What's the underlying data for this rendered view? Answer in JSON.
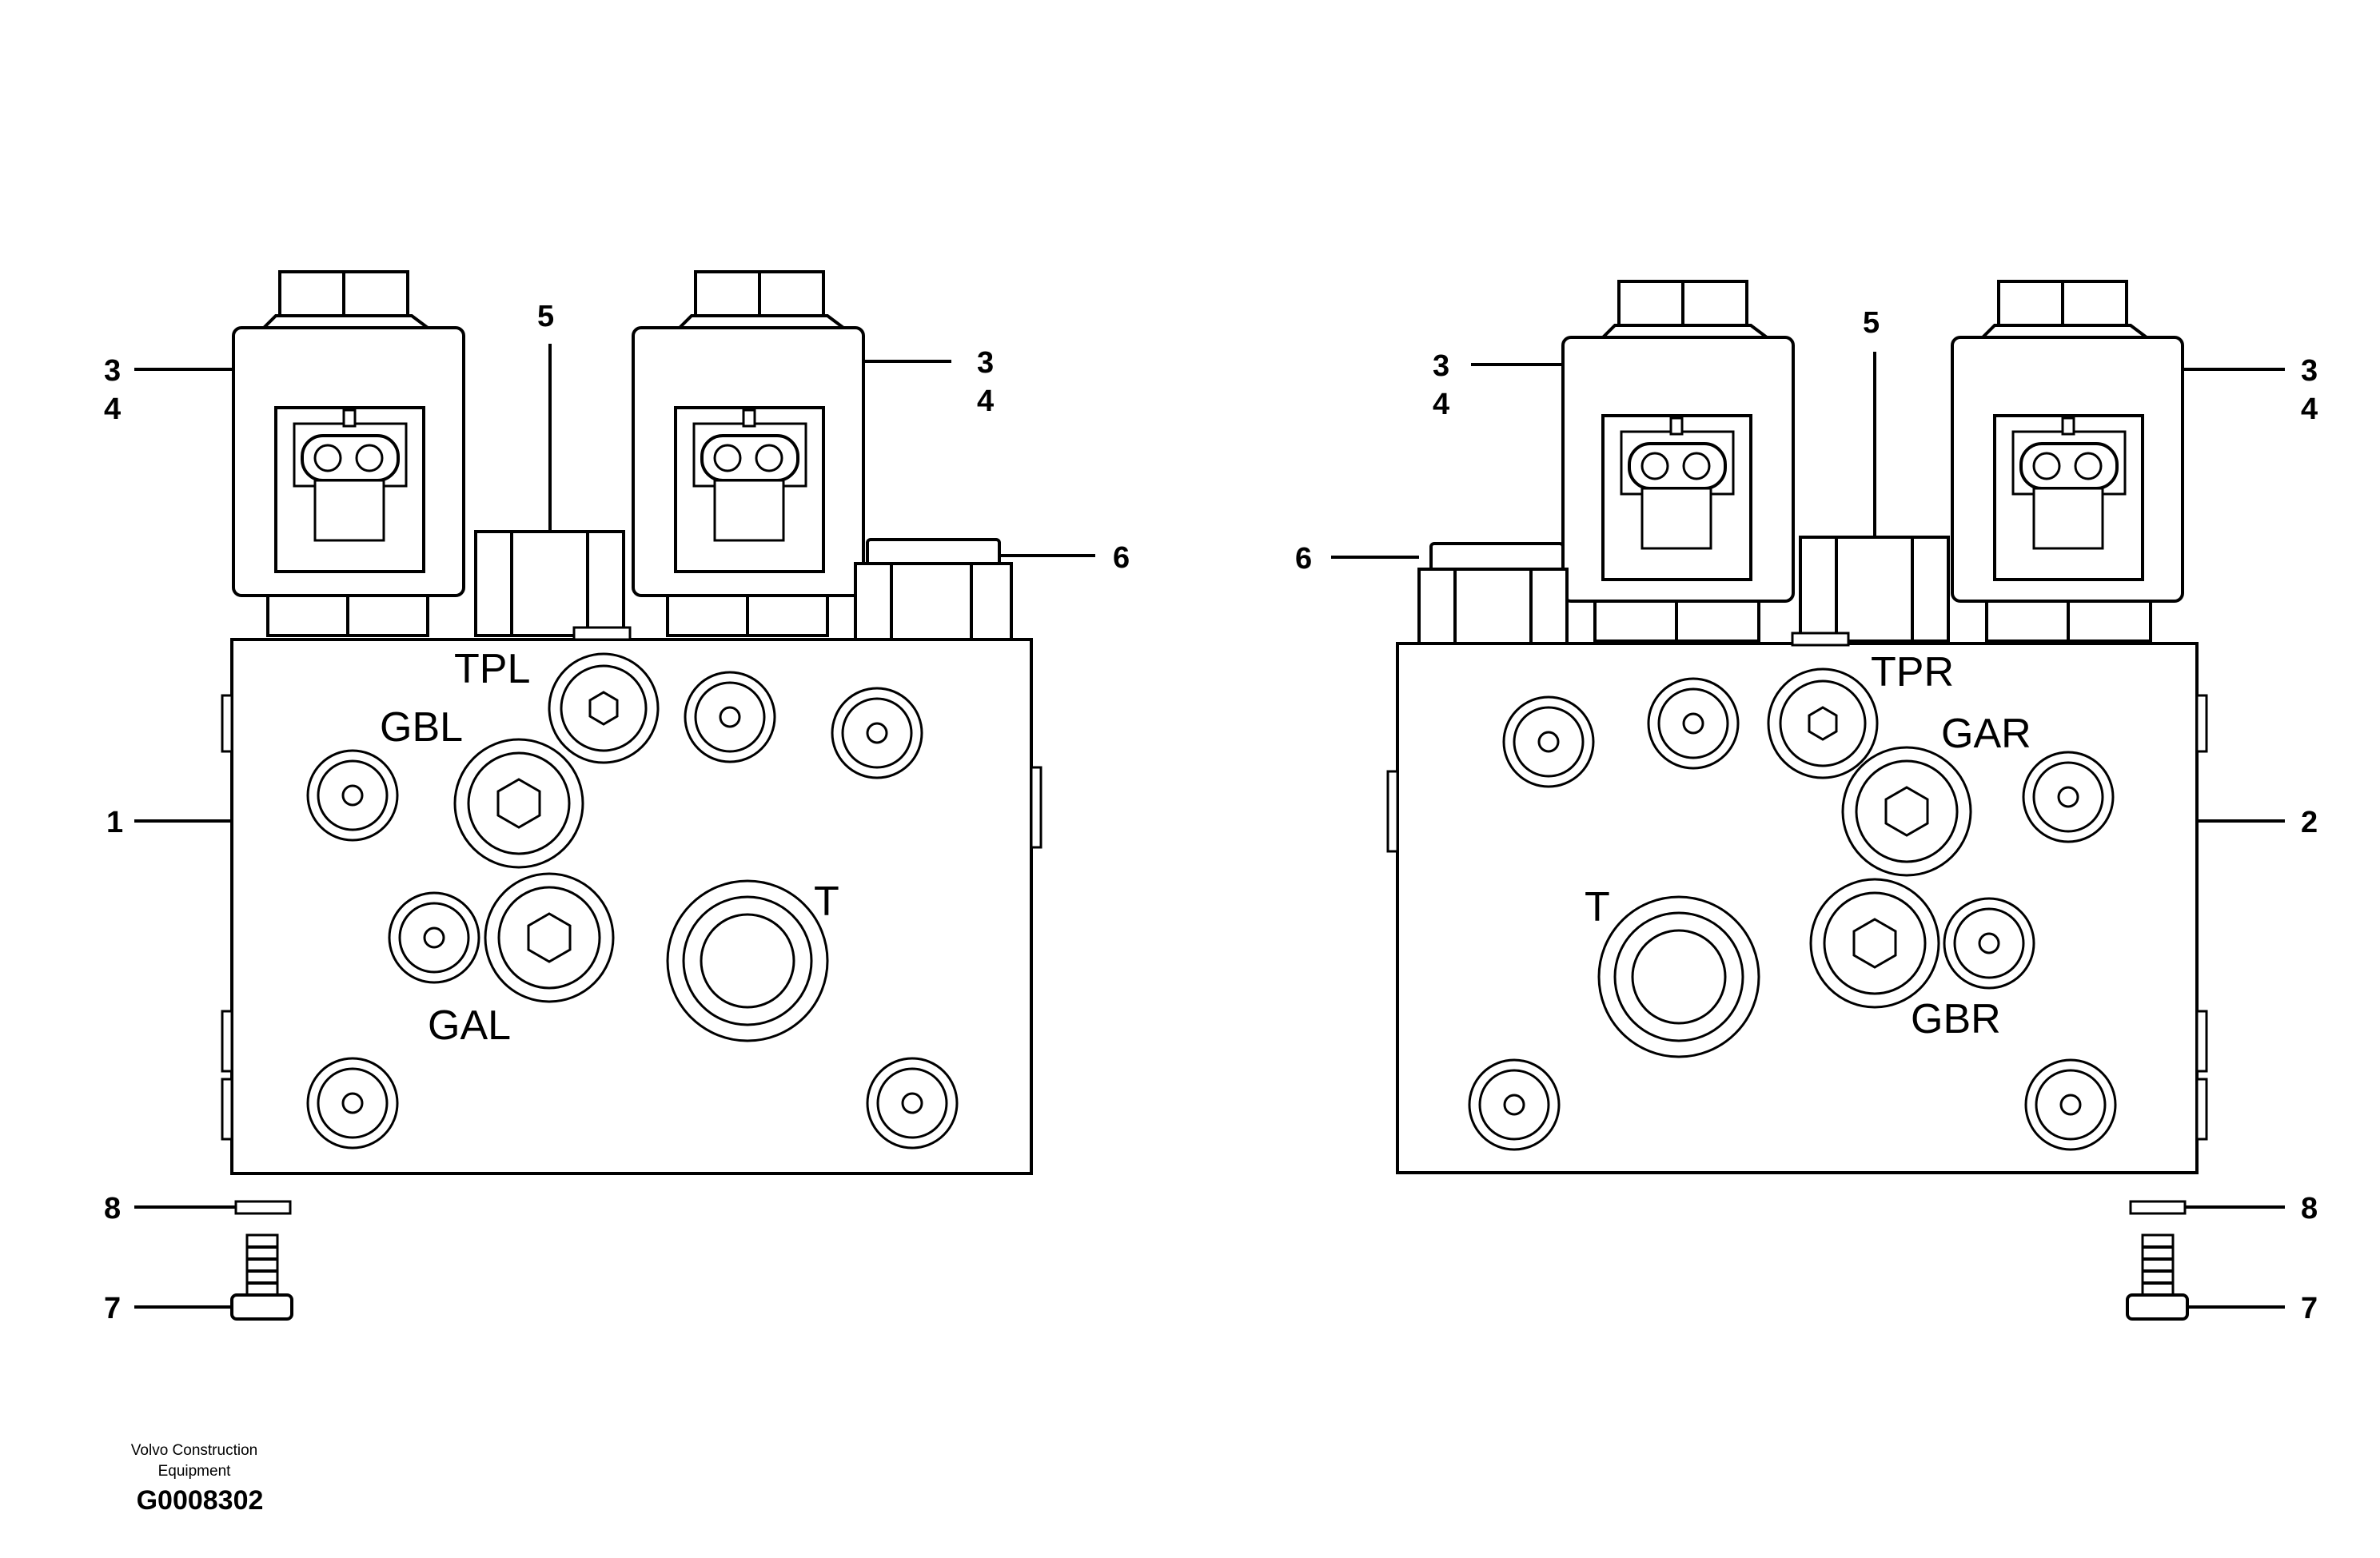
{
  "callouts": {
    "body_left": "1",
    "body_right": "2",
    "solenoid": "3",
    "coil": "4",
    "fitting": "5",
    "plug": "6",
    "screw": "7",
    "washer": "8"
  },
  "ports": {
    "tpl": "TPL",
    "gbl": "GBL",
    "gal": "GAL",
    "t": "T",
    "tpr": "TPR",
    "gar": "GAR",
    "gbr": "GBR"
  },
  "footer": {
    "credit_line1": "Volvo Construction",
    "credit_line2": "Equipment",
    "drawing_number": "G0008302"
  }
}
